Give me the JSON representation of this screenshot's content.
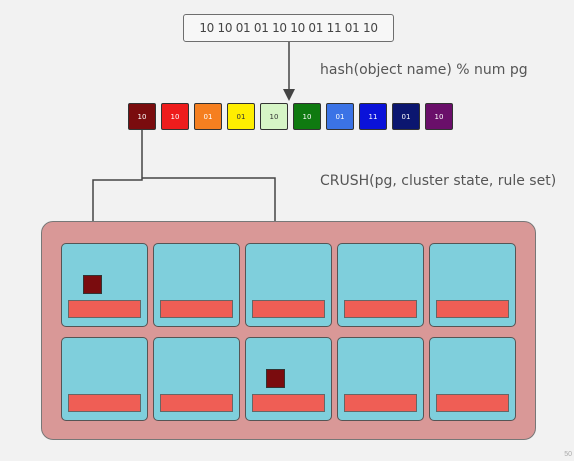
{
  "object_bits": "10 10 01 01 10 10 01 11 01 10",
  "hash_label": "hash(object name) % num pg",
  "crush_label": "CRUSH(pg, cluster state, rule set)",
  "placement_groups": [
    {
      "label": "10",
      "color": "#7a0c0e",
      "text_color": "#ffffff"
    },
    {
      "label": "10",
      "color": "#ee1c1c",
      "text_color": "#ffffff"
    },
    {
      "label": "01",
      "color": "#f57f20",
      "text_color": "#ffffff"
    },
    {
      "label": "01",
      "color": "#ffee00",
      "text_color": "#333333"
    },
    {
      "label": "10",
      "color": "#d6f5c6",
      "text_color": "#333333"
    },
    {
      "label": "10",
      "color": "#0f7a10",
      "text_color": "#ffffff"
    },
    {
      "label": "01",
      "color": "#3b73e6",
      "text_color": "#ffffff"
    },
    {
      "label": "11",
      "color": "#0a12d9",
      "text_color": "#ffffff"
    },
    {
      "label": "01",
      "color": "#0b1670",
      "text_color": "#ffffff"
    },
    {
      "label": "10",
      "color": "#6a0f6a",
      "text_color": "#ffffff"
    }
  ],
  "page_number": "50"
}
